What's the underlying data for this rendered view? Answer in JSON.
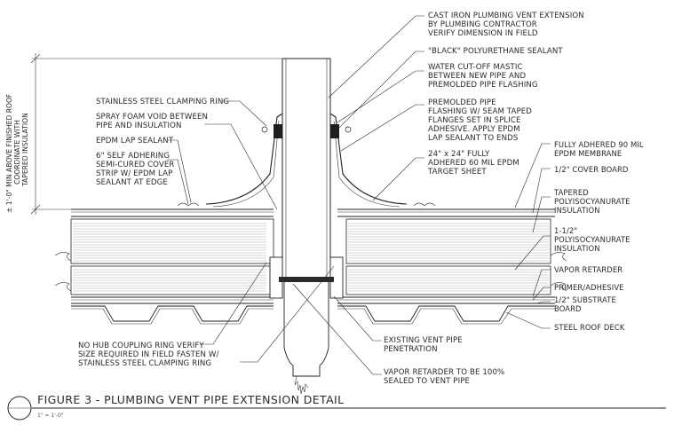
{
  "figure_title": "FIGURE 3 - PLUMBING VENT PIPE EXTENSION DETAIL",
  "scale_note": "1\" = 1'-0\"",
  "vertical_dimension": {
    "line1": "± 1'-0\" MIN ABOVE FINISHED ROOF",
    "line2": "COORDINATE WITH",
    "line3": "TAPERED INSULATION"
  },
  "labels_left": {
    "clamp_ring": "STAINLESS STEEL CLAMPING RING",
    "spray_foam_1": "SPRAY FOAM VOID BETWEEN",
    "spray_foam_2": "PIPE AND INSULATION",
    "lap_sealant": "EPDM LAP SEALANT",
    "cover_strip_1": "6\" SELF ADHERING",
    "cover_strip_2": "SEMI-CURED COVER",
    "cover_strip_3": "STRIP W/ EPDM LAP",
    "cover_strip_4": "SEALANT AT EDGE",
    "no_hub_1": "NO HUB COUPLING RING VERIFY",
    "no_hub_2": "SIZE REQUIRED IN FIELD FASTEN W/",
    "no_hub_3": "STAINLESS STEEL CLAMPING RING"
  },
  "labels_top": {
    "cast_iron_1": "CAST IRON PLUMBING VENT EXTENSION",
    "cast_iron_2": "BY PLUMBING CONTRACTOR",
    "cast_iron_3": "VERIFY DIMENSION IN FIELD",
    "black_sealant": "\"BLACK\" POLYURETHANE SEALANT",
    "water_cutoff_1": "WATER CUT-OFF MASTIC",
    "water_cutoff_2": "BETWEEN NEW PIPE AND",
    "water_cutoff_3": "PREMOLDED PIPE FLASHING",
    "premolded_1": "PREMOLDED PIPE",
    "premolded_2": "FLASHING W/ SEAM TAPED",
    "premolded_3": "FLANGES SET IN SPLICE",
    "premolded_4": "ADHESIVE. APPLY EPDM",
    "premolded_5": "LAP SEALANT TO ENDS",
    "target_1": "24\" x 24\" FULLY",
    "target_2": "ADHERED 60 MIL EPDM",
    "target_3": "TARGET SHEET"
  },
  "labels_right": {
    "membrane_1": "FULLY ADHERED 90 MIL",
    "membrane_2": "EPDM MEMBRANE",
    "cover_board": "1/2\" COVER BOARD",
    "tapered_1": "TAPERED",
    "tapered_2": "POLYISOCYANURATE",
    "tapered_3": "INSULATION",
    "polyiso_1": "1-1/2\"",
    "polyiso_2": "POLYISOCYANURATE",
    "polyiso_3": "INSULATION",
    "vapor_retarder": "VAPOR RETARDER",
    "primer": "PRIMER/ADHESIVE",
    "substrate_1": "1/2\" SUBSTRATE",
    "substrate_2": "BOARD",
    "deck": "STEEL ROOF DECK"
  },
  "labels_bottom": {
    "existing_1": "EXISTING VENT PIPE",
    "existing_2": "PENETRATION",
    "vapor_sealed_1": "VAPOR RETARDER TO BE 100%",
    "vapor_sealed_2": "SEALED TO VENT PIPE"
  }
}
